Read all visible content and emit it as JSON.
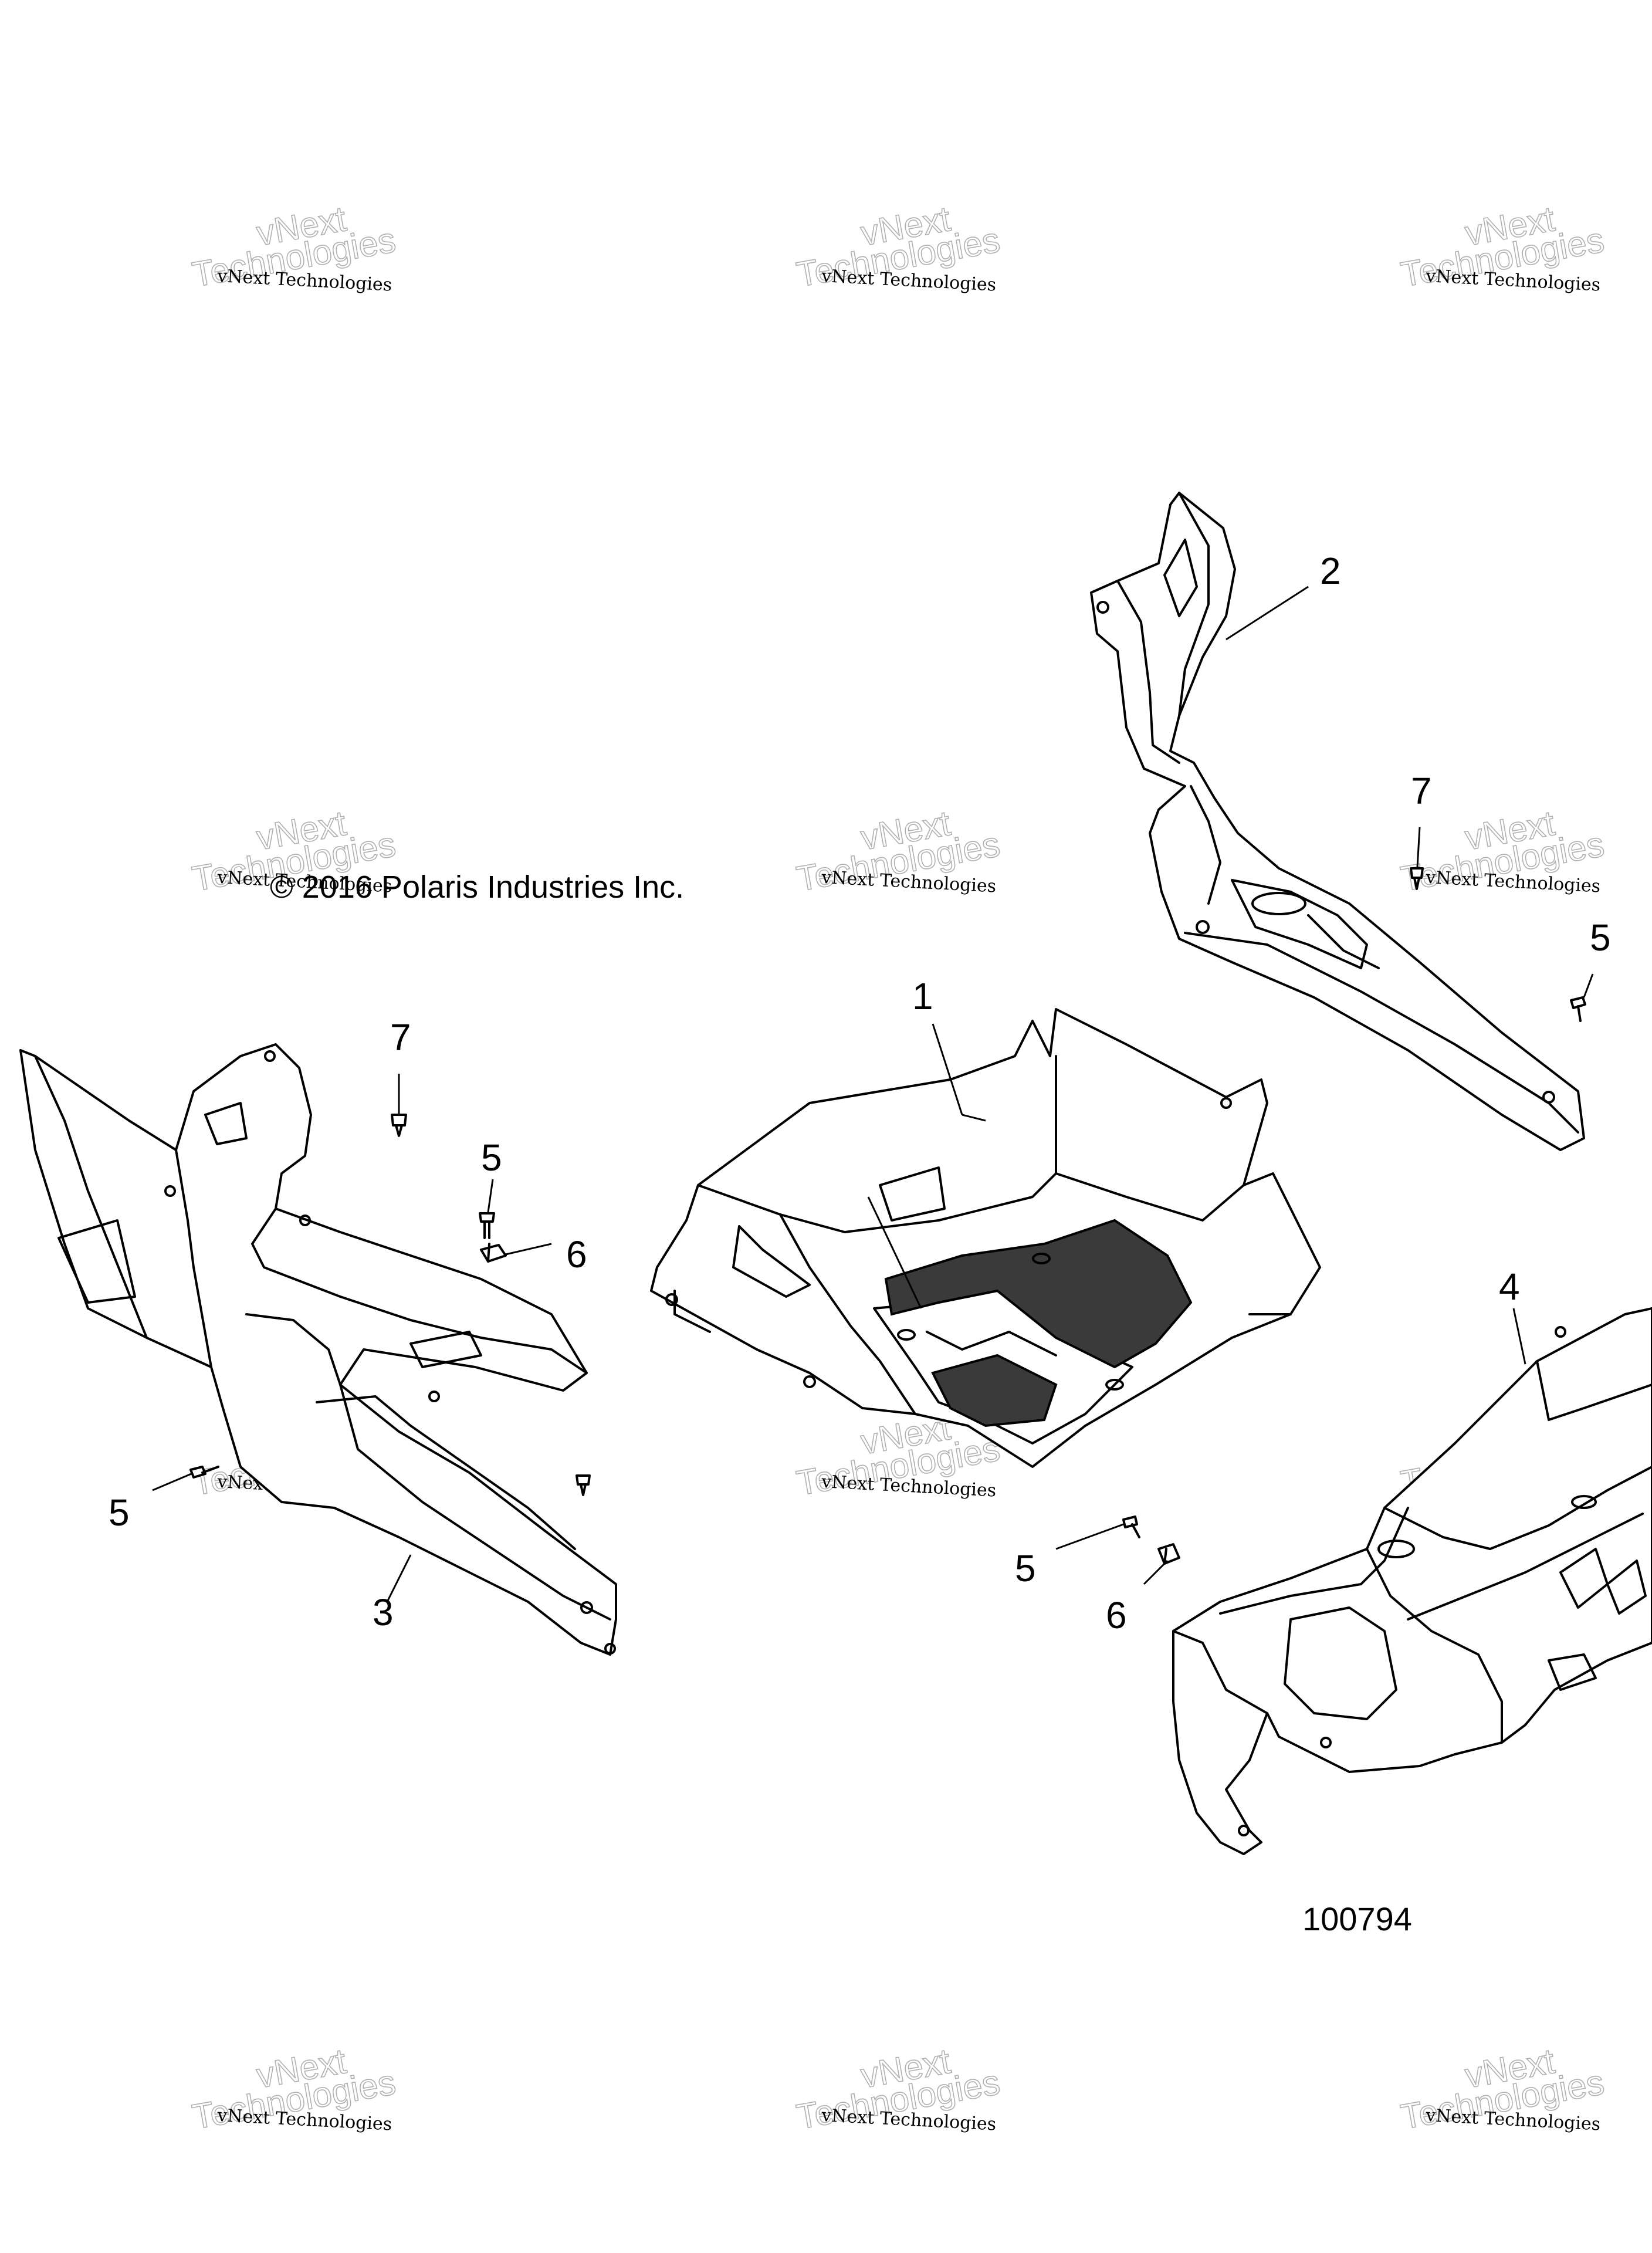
{
  "copyright": "© 2016 Polaris Industries Inc.",
  "figure_number": "100794",
  "watermark": {
    "line1": "vNext",
    "line2": "vNext Technologies",
    "line3": "Technologies"
  },
  "callouts": {
    "c1": "1",
    "c2": "2",
    "c3": "3",
    "c4": "4",
    "c5a": "5",
    "c5b": "5",
    "c5c": "5",
    "c5d": "5",
    "c6a": "6",
    "c6b": "6",
    "c7a": "7",
    "c7b": "7"
  }
}
